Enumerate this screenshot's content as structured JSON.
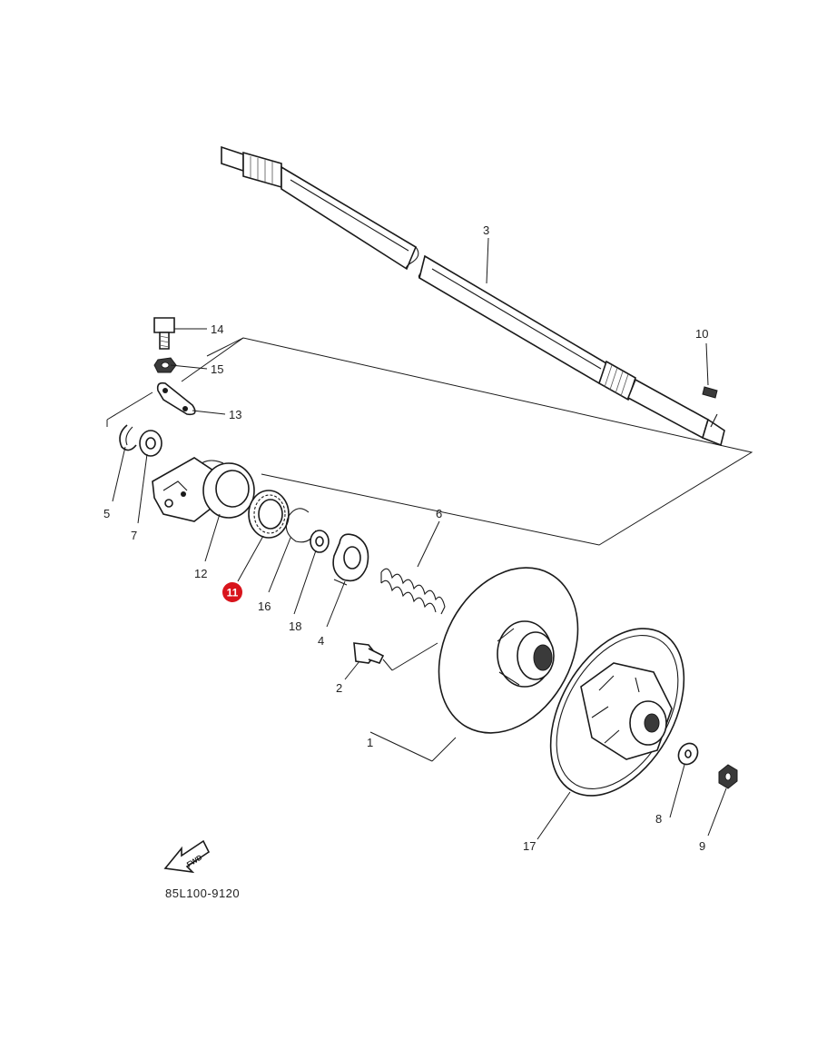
{
  "diagram": {
    "callouts": [
      {
        "id": "c1",
        "text": "1"
      },
      {
        "id": "c2",
        "text": "2"
      },
      {
        "id": "c3",
        "text": "3"
      },
      {
        "id": "c4",
        "text": "4"
      },
      {
        "id": "c5",
        "text": "5"
      },
      {
        "id": "c6",
        "text": "6"
      },
      {
        "id": "c7",
        "text": "7"
      },
      {
        "id": "c8",
        "text": "8"
      },
      {
        "id": "c9",
        "text": "9"
      },
      {
        "id": "c10",
        "text": "10"
      },
      {
        "id": "c11",
        "text": "11"
      },
      {
        "id": "c12",
        "text": "12"
      },
      {
        "id": "c13",
        "text": "13"
      },
      {
        "id": "c14",
        "text": "14"
      },
      {
        "id": "c15",
        "text": "15"
      },
      {
        "id": "c16",
        "text": "16"
      },
      {
        "id": "c17",
        "text": "17"
      },
      {
        "id": "c18",
        "text": "18"
      }
    ],
    "fwd_label": "FWD",
    "drawing_code": "85L100-9120",
    "colors": {
      "highlight": "#d8141c",
      "ink": "#1a1a1a"
    }
  }
}
